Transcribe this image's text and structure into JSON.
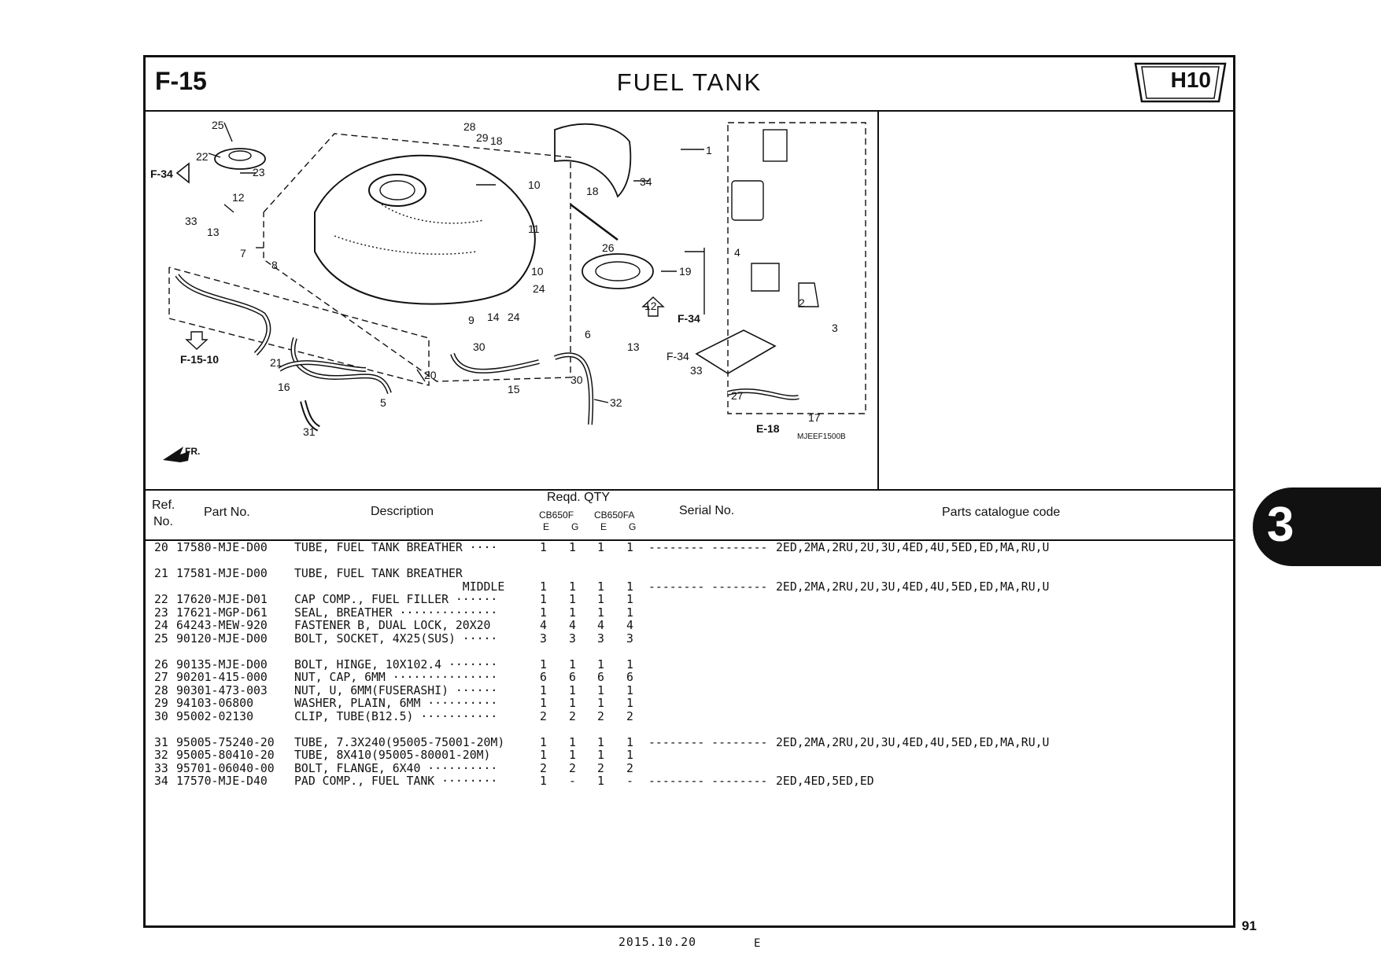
{
  "header": {
    "code": "F-15",
    "title": "FUEL TANK",
    "badge": "H10"
  },
  "diagram": {
    "ref_labels": [
      "25",
      "22",
      "23",
      "12",
      "33",
      "13",
      "7",
      "8",
      "28",
      "29",
      "18",
      "10",
      "18",
      "26",
      "11",
      "10",
      "24",
      "9",
      "14",
      "24",
      "1",
      "34",
      "4",
      "19",
      "2",
      "3",
      "12",
      "F-34",
      "13",
      "33",
      "6",
      "30",
      "30",
      "15",
      "20",
      "21",
      "16",
      "5",
      "31",
      "32",
      "27",
      "17",
      "E-18"
    ],
    "callouts": {
      "f34_left": "F-34",
      "f34_right": "F-34",
      "f1510": "F-15-10",
      "fr": "FR.",
      "e18": "E-18",
      "figure_code": "MJEEF1500B"
    }
  },
  "table": {
    "headers": {
      "ref": "Ref.",
      "no": "No.",
      "part_no": "Part No.",
      "description": "Description",
      "reqd": "Reqd. QTY",
      "model1": "CB650F",
      "model2": "CB650FA",
      "e1": "E",
      "g1": "G",
      "e2": "E",
      "g2": "G",
      "serial": "Serial No.",
      "catalogue": "Parts catalogue code"
    },
    "rows": [
      {
        "ref": "20",
        "part": "17580-MJE-D00",
        "desc": "TUBE, FUEL TANK BREATHER ····",
        "q": [
          "1",
          "1",
          "1",
          "1"
        ],
        "serial": "-------- --------",
        "code": "2ED,2MA,2RU,2U,3U,4ED,4U,5ED,ED,MA,RU,U"
      },
      {
        "gap": true
      },
      {
        "ref": "21",
        "part": "17581-MJE-D00",
        "desc": "TUBE, FUEL TANK BREATHER",
        "q": [
          "",
          "",
          "",
          ""
        ],
        "serial": "",
        "code": ""
      },
      {
        "ref": "",
        "part": "",
        "desc": "                        MIDDLE",
        "q": [
          "1",
          "1",
          "1",
          "1"
        ],
        "serial": "-------- --------",
        "code": "2ED,2MA,2RU,2U,3U,4ED,4U,5ED,ED,MA,RU,U"
      },
      {
        "ref": "22",
        "part": "17620-MJE-D01",
        "desc": "CAP COMP., FUEL FILLER ······",
        "q": [
          "1",
          "1",
          "1",
          "1"
        ],
        "serial": "",
        "code": ""
      },
      {
        "ref": "23",
        "part": "17621-MGP-D61",
        "desc": "SEAL, BREATHER ··············",
        "q": [
          "1",
          "1",
          "1",
          "1"
        ],
        "serial": "",
        "code": ""
      },
      {
        "ref": "24",
        "part": "64243-MEW-920",
        "desc": "FASTENER B, DUAL LOCK, 20X20",
        "q": [
          "4",
          "4",
          "4",
          "4"
        ],
        "serial": "",
        "code": ""
      },
      {
        "ref": "25",
        "part": "90120-MJE-D00",
        "desc": "BOLT, SOCKET, 4X25(SUS) ·····",
        "q": [
          "3",
          "3",
          "3",
          "3"
        ],
        "serial": "",
        "code": ""
      },
      {
        "gap": true
      },
      {
        "ref": "26",
        "part": "90135-MJE-D00",
        "desc": "BOLT, HINGE, 10X102.4 ·······",
        "q": [
          "1",
          "1",
          "1",
          "1"
        ],
        "serial": "",
        "code": ""
      },
      {
        "ref": "27",
        "part": "90201-415-000",
        "desc": "NUT, CAP, 6MM ···············",
        "q": [
          "6",
          "6",
          "6",
          "6"
        ],
        "serial": "",
        "code": ""
      },
      {
        "ref": "28",
        "part": "90301-473-003",
        "desc": "NUT, U, 6MM(FUSERASHI) ······",
        "q": [
          "1",
          "1",
          "1",
          "1"
        ],
        "serial": "",
        "code": ""
      },
      {
        "ref": "29",
        "part": "94103-06800",
        "desc": "WASHER, PLAIN, 6MM ··········",
        "q": [
          "1",
          "1",
          "1",
          "1"
        ],
        "serial": "",
        "code": ""
      },
      {
        "ref": "30",
        "part": "95002-02130",
        "desc": "CLIP, TUBE(B12.5) ···········",
        "q": [
          "2",
          "2",
          "2",
          "2"
        ],
        "serial": "",
        "code": ""
      },
      {
        "gap": true
      },
      {
        "ref": "31",
        "part": "95005-75240-20",
        "desc": "TUBE, 7.3X240(95005-75001-20M)",
        "q": [
          "1",
          "1",
          "1",
          "1"
        ],
        "serial": "-------- --------",
        "code": "2ED,2MA,2RU,2U,3U,4ED,4U,5ED,ED,MA,RU,U"
      },
      {
        "ref": "32",
        "part": "95005-80410-20",
        "desc": "TUBE, 8X410(95005-80001-20M)",
        "q": [
          "1",
          "1",
          "1",
          "1"
        ],
        "serial": "",
        "code": ""
      },
      {
        "ref": "33",
        "part": "95701-06040-00",
        "desc": "BOLT, FLANGE, 6X40 ··········",
        "q": [
          "2",
          "2",
          "2",
          "2"
        ],
        "serial": "",
        "code": ""
      },
      {
        "ref": "34",
        "part": "17570-MJE-D40",
        "desc": "PAD COMP., FUEL TANK ········",
        "q": [
          "1",
          "-",
          "1",
          "-"
        ],
        "serial": "-------- --------",
        "code": "2ED,4ED,5ED,ED"
      }
    ]
  },
  "section_tab": "3",
  "page_number": "91",
  "footer": {
    "date": "2015.10.20",
    "lang": "E"
  }
}
